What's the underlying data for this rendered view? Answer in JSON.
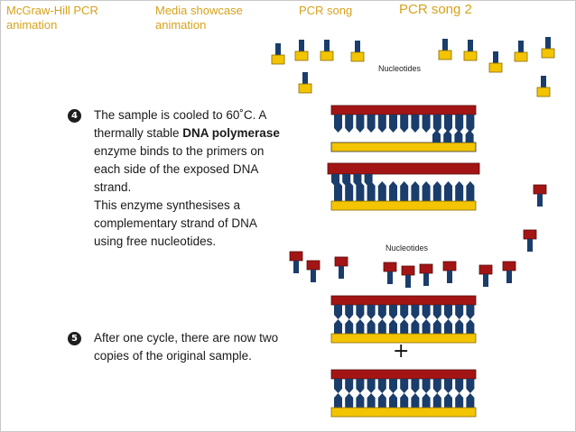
{
  "links": [
    {
      "label_line1": "McGraw-Hill PCR",
      "label_line2": "animation"
    },
    {
      "label_line1": "Media showcase",
      "label_line2": "animation"
    },
    {
      "label_line1": "PCR song",
      "label_line2": ""
    },
    {
      "label_line1": "PCR song 2",
      "label_line2": ""
    }
  ],
  "steps": [
    {
      "number": "4",
      "text_pre": "The sample is cooled to 60˚C. A thermally stable ",
      "text_bold": "DNA polymerase",
      "text_post": " enzyme binds to the primers on each side of the exposed DNA strand.",
      "text_2": "This enzyme synthesises a complementary strand of DNA using free nucleotides."
    },
    {
      "number": "5",
      "text_pre": "After one cycle, there are now two copies of the original sample.",
      "text_bold": "",
      "text_post": "",
      "text_2": ""
    }
  ],
  "labels": {
    "nucleotides_top": "Nucleotides",
    "nucleotides_mid": "Nucleotides",
    "plus": "+"
  },
  "colors": {
    "link": "#d5a21c",
    "primer_red": "#a31515",
    "strand_yellow": "#f3c400",
    "strand_blue": "#1a3d6b",
    "text": "#1a1a1a"
  }
}
